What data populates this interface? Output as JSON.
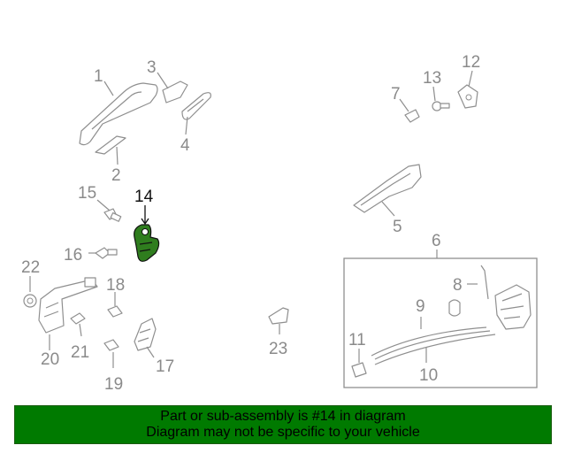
{
  "callouts": [
    "1",
    "2",
    "3",
    "4",
    "5",
    "6",
    "7",
    "8",
    "9",
    "10",
    "11",
    "12",
    "13",
    "14",
    "15",
    "16",
    "17",
    "18",
    "19",
    "20",
    "21",
    "22",
    "23"
  ],
  "highlighted_callout": "14",
  "banner": {
    "line1": "Part or sub-assembly is #14 in diagram",
    "line2": "Diagram may not be specific to your vehicle"
  },
  "colors": {
    "banner_bg": "#007a00",
    "highlight": "#2f7d1e",
    "linework": "#8f8f8f",
    "highlight_label": "#111111"
  }
}
